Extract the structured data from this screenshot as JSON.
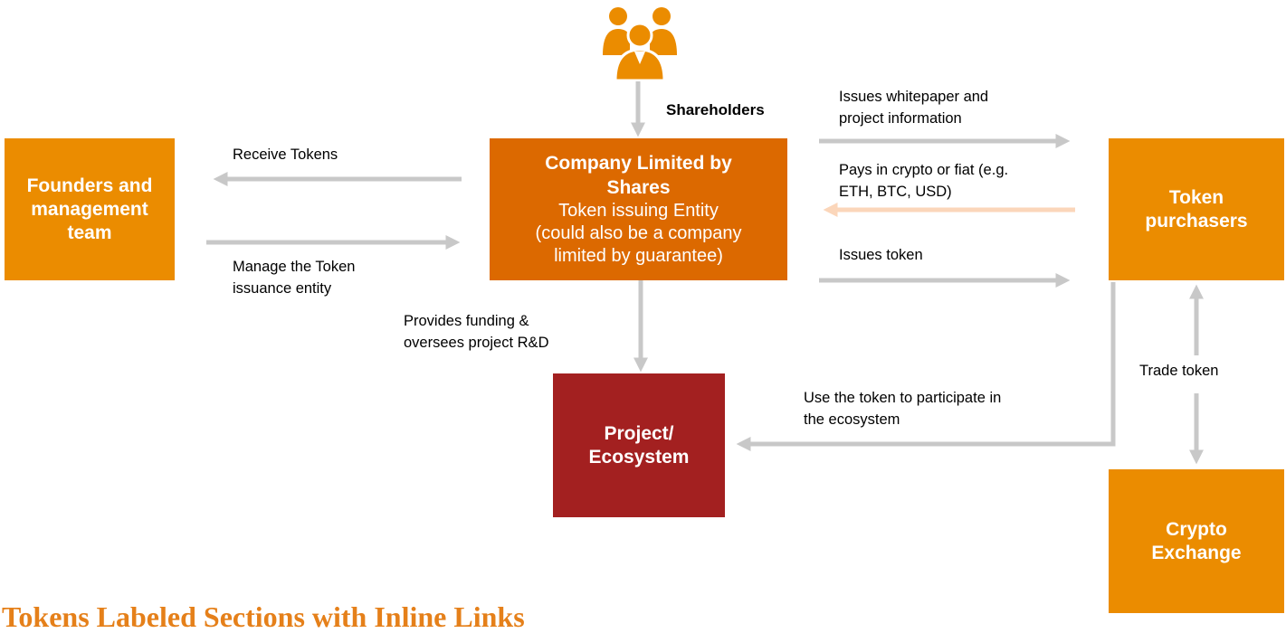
{
  "colors": {
    "orange": "#eb8c00",
    "dark_orange": "#dc6900",
    "project_red": "#a32020",
    "arrow_grey": "#c8c8c8",
    "arrow_peach": "#fbd6ba"
  },
  "icons": {
    "shareholders": "group-of-people-icon"
  },
  "labels": {
    "shareholders": "Shareholders"
  },
  "nodes": {
    "founders": "Founders and\nmanagement\nteam",
    "company_title": "Company Limited by\nShares",
    "company_sub": "Token issuing Entity\n(could also be a company\nlimited by guarantee)",
    "purchasers": "Token\npurchasers",
    "project": "Project/\nEcosystem",
    "exchange": "Crypto\nExchange"
  },
  "edges": {
    "receive_tokens": "Receive Tokens",
    "manage_entity": "Manage the Token\nissuance entity",
    "whitepaper": "Issues whitepaper  and\nproject information",
    "pays": "Pays in crypto or fiat (e.g.\nETH, BTC, USD)",
    "issues_token": "Issues token",
    "funding": "Provides funding &\noversees project R&D",
    "use_token": "Use the token to participate in\nthe ecosystem",
    "trade_token": "Trade token"
  },
  "bottom_heading": "Tokens Labeled Sections with Inline Links"
}
